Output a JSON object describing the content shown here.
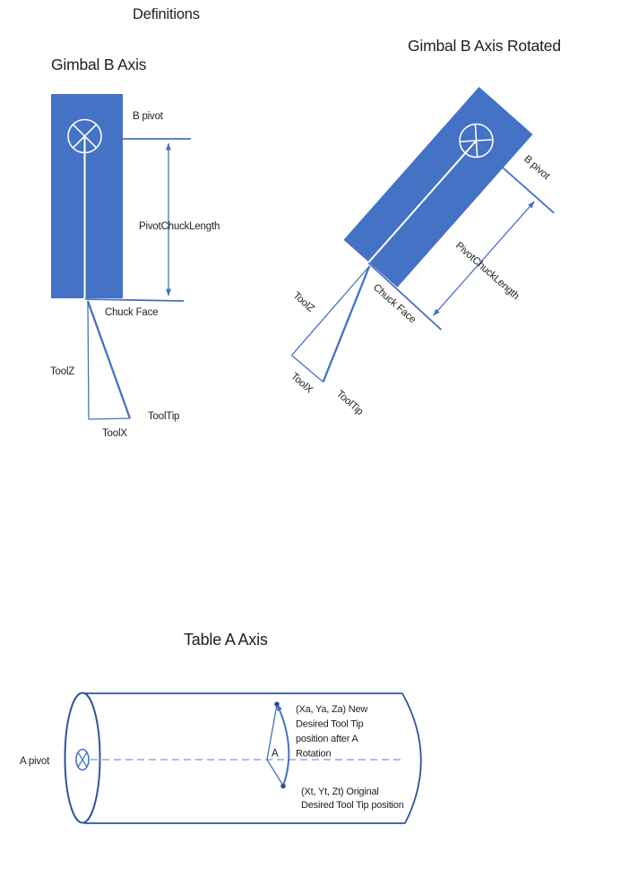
{
  "page": {
    "title": "Definitions",
    "background": "#ffffff"
  },
  "colors": {
    "shape_fill": "#4472C4",
    "line": "#4472C4",
    "cylinder_outline": "#2E5597",
    "dash": "#8FAADC",
    "dot": "#2F4E8F",
    "text": "#1F1F1F"
  },
  "figures": {
    "gimbal": {
      "title": "Gimbal B Axis",
      "labels": {
        "b_pivot": "B pivot",
        "pivot_chuck_length": "PivotChuckLength",
        "chuck_face": "Chuck Face",
        "tool_z": "ToolZ",
        "tool_x": "ToolX",
        "tool_tip": "ToolTip"
      }
    },
    "gimbal_rotated": {
      "title": "Gimbal B Axis Rotated",
      "rotation_deg": 41.5
    },
    "table_a": {
      "title": "Table A Axis",
      "labels": {
        "a_pivot": "A pivot",
        "a_angle": "A",
        "new_tip_line1": "(Xa, Ya, Za) New",
        "new_tip_line2": "Desired Tool Tip",
        "new_tip_line3": "position after A",
        "new_tip_line4": "Rotation",
        "orig_tip_line1": "(Xt, Yt, Zt) Original",
        "orig_tip_line2": "Desired Tool Tip position"
      }
    }
  }
}
